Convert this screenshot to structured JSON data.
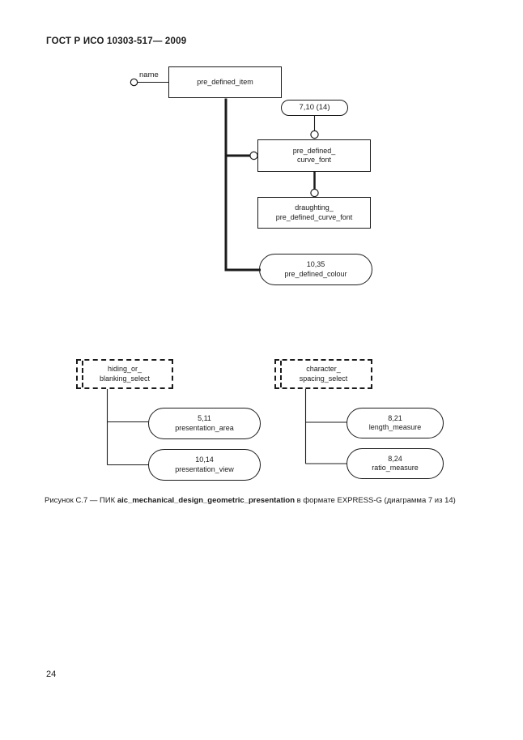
{
  "page": {
    "header": "ГОСТ Р ИСО 10303-517— 2009",
    "page_number": "24"
  },
  "diagram_top": {
    "attribute_label": "name",
    "entity_pre_defined_item": "pre_defined_item",
    "page_ref_7_10": "7,10 (14)",
    "curve_font_line1": "pre_defined_",
    "curve_font_line2": "curve_font",
    "draughting_line1": "draughting_",
    "draughting_line2": "pre_defined_curve_font",
    "colour_ref_line1": "10,35",
    "colour_ref_line2": "pre_defined_colour"
  },
  "diagram_bottom_left": {
    "select_line1": "hiding_or_",
    "select_line2": "blanking_select",
    "ref1_line1": "5,11",
    "ref1_line2": "presentation_area",
    "ref2_line1": "10,14",
    "ref2_line2": "presentation_view"
  },
  "diagram_bottom_right": {
    "select_line1": "character_",
    "select_line2": "spacing_select",
    "ref1_line1": "8,21",
    "ref1_line2": "length_measure",
    "ref2_line1": "8,24",
    "ref2_line2": "ratio_measure"
  },
  "caption": {
    "prefix": "Рисунок С.7 — ПИК ",
    "bold": "aic_mechanical_design_geometric_presentation",
    "suffix": " в формате EXPRESS-G (диаграмма 7 из 14)"
  },
  "colors": {
    "ink": "#1b1b1b",
    "paper": "#ffffff"
  }
}
